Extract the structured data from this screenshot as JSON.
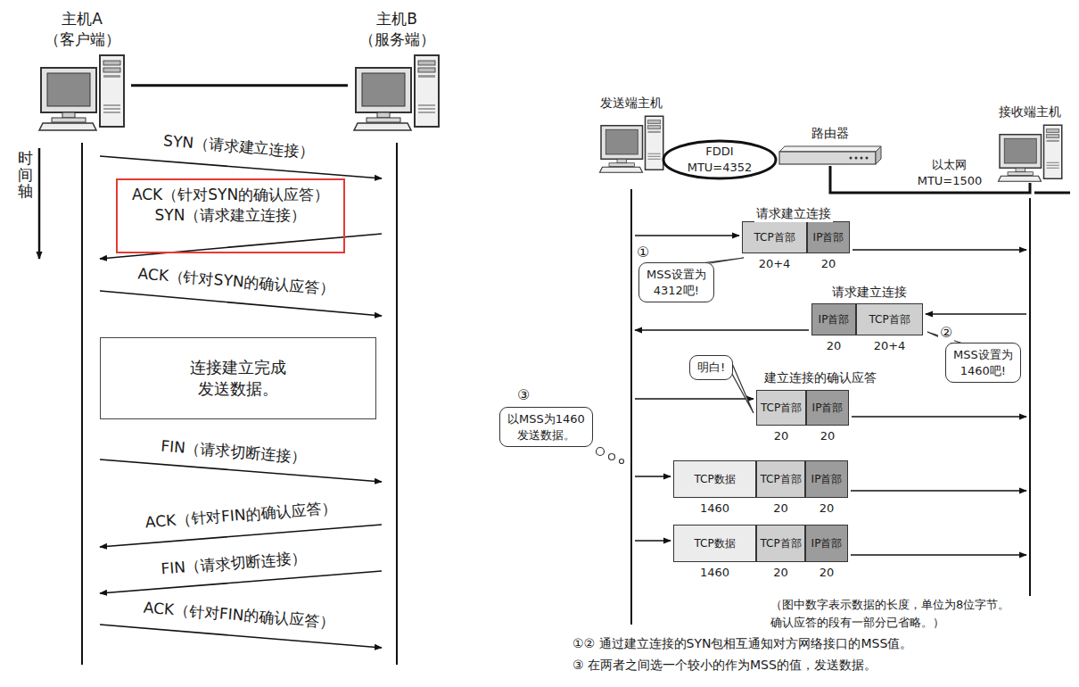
{
  "diagram": {
    "nodes": [
      {
        "text": [
          "主机A （客户端）"
        ]
      },
      {
        "text": [
          "主机B （服务端）"
        ]
      },
      {
        "text": [
          "ACK（针对SYN的确认应答）",
          "SYN（请求建立连接）"
        ]
      },
      {
        "text": [
          "连接建立完成 发送数据。"
        ]
      },
      {
        "text": [
          "发送端主机"
        ]
      },
      {
        "text": [
          "FDDI MTU=4352"
        ]
      },
      {
        "text": [
          "路由器"
        ]
      },
      {
        "text": [
          "接收端主机"
        ]
      },
      {
        "text": [
          "TCP首部"
        ]
      },
      {
        "text": [
          "IP首部"
        ]
      },
      {
        "text": [
          "MSS设置为 4312吧!"
        ]
      },
      {
        "text": [
          "IP首部"
        ]
      },
      {
        "text": [
          "TCP首部"
        ]
      },
      {
        "text": [
          "MSS设置为 1460吧!"
        ]
      },
      {
        "text": [
          "明白!"
        ]
      },
      {
        "text": [
          "以MSS为1460 发送数据。"
        ]
      },
      {
        "text": [
          "TCP首部"
        ]
      },
      {
        "text": [
          "IP首部"
        ]
      },
      {
        "text": [
          "TCP数据"
        ]
      },
      {
        "text": [
          "TCP首部"
        ]
      },
      {
        "text": [
          "IP首部"
        ]
      },
      {
        "text": [
          "TCP数据"
        ]
      },
      {
        "text": [
          "TCP首部"
        ]
      },
      {
        "text": [
          "IP首部"
        ]
      }
    ],
    "edges": [
      {
        "from": 0,
        "to": 1,
        "arrow": "none"
      },
      {
        "from": 6,
        "to": 7,
        "arrow": "none"
      }
    ],
    "labels": [
      "时间轴",
      "SYN（请求建立连接）",
      "ACK（针对SYN的确认应答）",
      "FIN（请求切断连接）",
      "ACK（针对FIN的确认应答）",
      "FIN（请求切断连接）",
      "ACK（针对FIN的确认应答）",
      "以太网 MTU=1500",
      "请求建立连接",
      "①",
      "20+4",
      "20",
      "请求建立连接",
      "20",
      "20+4",
      "②",
      "建立连接的确认应答",
      "20",
      "20",
      "③",
      "1460",
      "20",
      "20",
      "1460",
      "20",
      "20",
      "（图中数字表示数据的长度，单位为8位字节。 确认应答的段有一部分已省略。）",
      "①② 通过建立连接的SYN包相互通知对方网络接口的MSS值。",
      "③ 在两者之间选一个较小的作为MSS的值，发送数据。"
    ]
  }
}
